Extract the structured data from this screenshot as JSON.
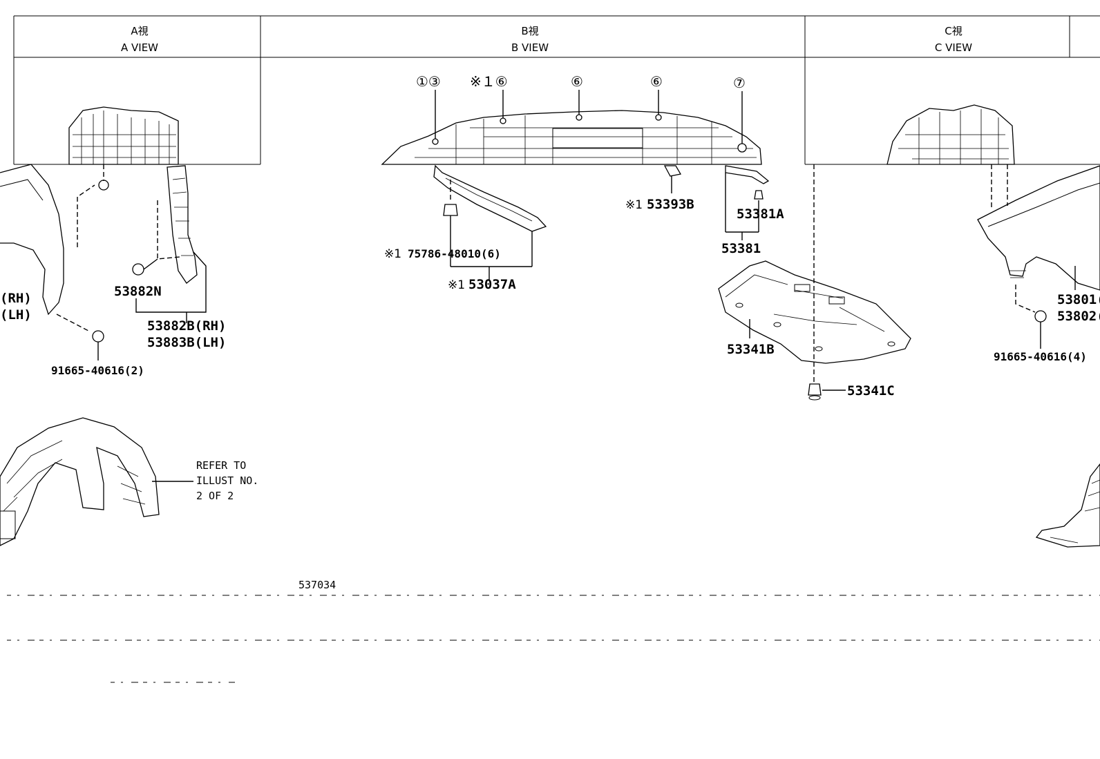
{
  "views": [
    {
      "jp": "A視",
      "en": "A VIEW"
    },
    {
      "jp": "B視",
      "en": "B VIEW"
    },
    {
      "jp": "C視",
      "en": "C VIEW"
    }
  ],
  "callouts": [
    "①③",
    "※１⑥",
    "⑥",
    "⑥",
    "⑦"
  ],
  "parts": {
    "p53882N": "53882N",
    "p53882B": "53882B(RH)",
    "p53883B": "53883B(LH)",
    "rh": "(RH)",
    "lh": "(LH)",
    "p91665_2": "91665-40616(2)",
    "p75786": "75786-48010(6)",
    "p53037A": "53037A",
    "p53393B": "53393B",
    "p53381A": "53381A",
    "p53381": "53381",
    "p53341B": "53341B",
    "p53341C": "53341C",
    "p53801": "53801(",
    "p53802": "53802(",
    "p91665_4": "91665-40616(4)"
  },
  "marks": {
    "note1": "※1"
  },
  "refer": [
    "REFER TO",
    "ILLUST NO.",
    "2 OF 2"
  ],
  "diagram_id": "537034"
}
